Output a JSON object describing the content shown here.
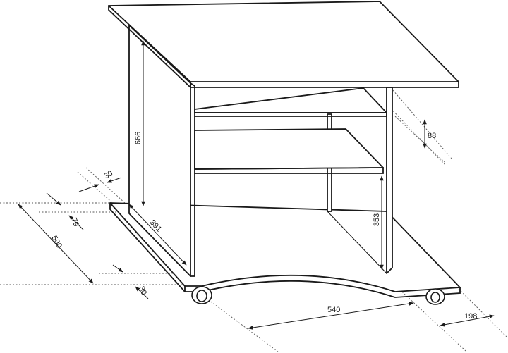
{
  "drawing": {
    "dimensions": {
      "height_side": "666",
      "shelf_gap": "88",
      "bottom_height": "353",
      "top_offset": "30",
      "plinth_depth": "79",
      "total_depth": "500",
      "side_depth": "391",
      "bottom_offset": "30",
      "width": "540",
      "side_width": "198"
    },
    "colors": {
      "line": "#1a1a1a",
      "background": "#ffffff"
    }
  }
}
